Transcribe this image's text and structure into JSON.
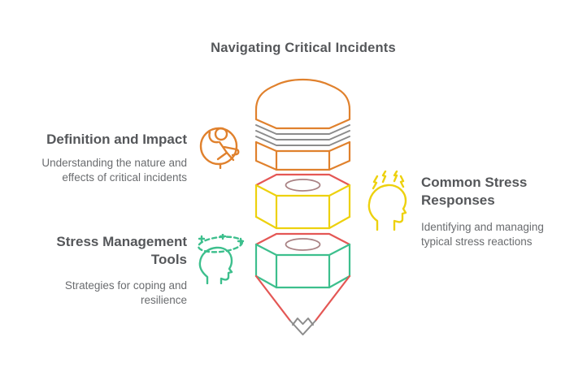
{
  "title": "Navigating Critical Incidents",
  "colors": {
    "orange": "#E0812D",
    "yellow": "#EDD10E",
    "green": "#3DBF8D",
    "red": "#E45755",
    "rose": "#A98284",
    "gray": "#8C8C8C",
    "heading": "#55575A",
    "body": "#6A6C6F"
  },
  "sections": [
    {
      "id": "definition-impact",
      "heading": "Definition and Impact",
      "description": "Understanding the nature and\neffects of critical incidents",
      "icon": "person-impact-icon",
      "accent": "#E0812D",
      "side": "left"
    },
    {
      "id": "common-stress-responses",
      "heading": "Common Stress\nResponses",
      "description": "Identifying and managing\ntypical stress reactions",
      "icon": "stressed-head-icon",
      "accent": "#EDD10E",
      "side": "right"
    },
    {
      "id": "stress-management-tools",
      "heading": "Stress Management\nTools",
      "description": "Strategies for coping and\nresilience",
      "icon": "dizzy-head-icon",
      "accent": "#3DBF8D",
      "side": "left"
    }
  ],
  "diagram": {
    "name": "exploded-bolt-and-nuts-stack",
    "layers": [
      {
        "shape": "bolt-head-with-threads",
        "color": "#E0812D",
        "threads_color": "#8C8C8C"
      },
      {
        "shape": "hex-nut",
        "color": "#EDD10E",
        "rim_color": "#E45755",
        "hole_color": "#A98284"
      },
      {
        "shape": "hex-nut",
        "color": "#3DBF8D",
        "rim_color": "#E45755",
        "hole_color": "#A98284"
      },
      {
        "shape": "funnel-arrow-tip",
        "color": "#E45755",
        "tip_color": "#8C8C8C"
      }
    ]
  }
}
